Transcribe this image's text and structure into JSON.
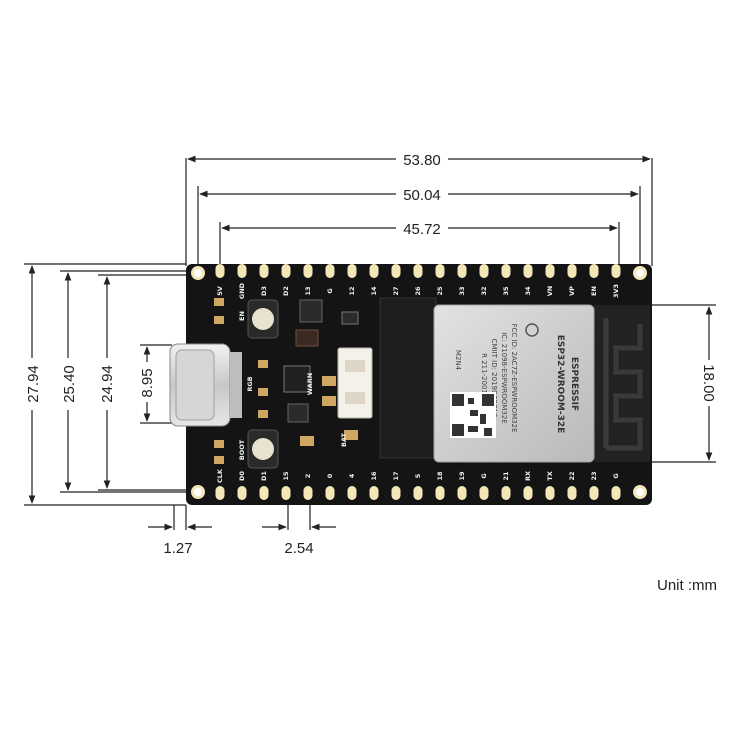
{
  "dimensions": {
    "total_length": "53.80",
    "mount_hole_span": "50.04",
    "header_span": "45.72",
    "total_width": "27.94",
    "header_row_pitch": "25.40",
    "mount_hole_pitch": "24.94",
    "usb_connector_width": "8.95",
    "module_width": "18.00",
    "edge_offset": "1.27",
    "pin_pitch": "2.54"
  },
  "unit_label": "Unit :mm",
  "board": {
    "top_pin_labels": [
      "5V",
      "GND",
      "D3",
      "D2",
      "13",
      "G",
      "12",
      "14",
      "27",
      "26",
      "25",
      "33",
      "32",
      "35",
      "34",
      "VN",
      "VP",
      "EN",
      "3V3"
    ],
    "bottom_pin_labels": [
      "CLK",
      "D0",
      "D1",
      "15",
      "2",
      "0",
      "4",
      "16",
      "17",
      "5",
      "18",
      "19",
      "G",
      "21",
      "RX",
      "TX",
      "22",
      "23",
      "G"
    ],
    "button_labels": [
      "EN",
      "BOOT"
    ],
    "silkscreen": [
      "BAT",
      "WARN",
      "RGB"
    ],
    "module": {
      "brand": "ESPRESSIF",
      "model": "ESP32-WROOM-32E",
      "cert_lines": [
        "FCC ID: 2AC7Z-ESPWROOM32E",
        "IC: 21098-ESPWROOM32E",
        "CMIIT ID: 2019DP5713",
        "R 211-200128",
        "M2N4"
      ]
    }
  },
  "colors": {
    "board": "#141414",
    "pad": "#f3e7b8",
    "module_shield": "#cfcfcf",
    "antenna": "#2a2a2a",
    "dimension_line": "#222222"
  }
}
